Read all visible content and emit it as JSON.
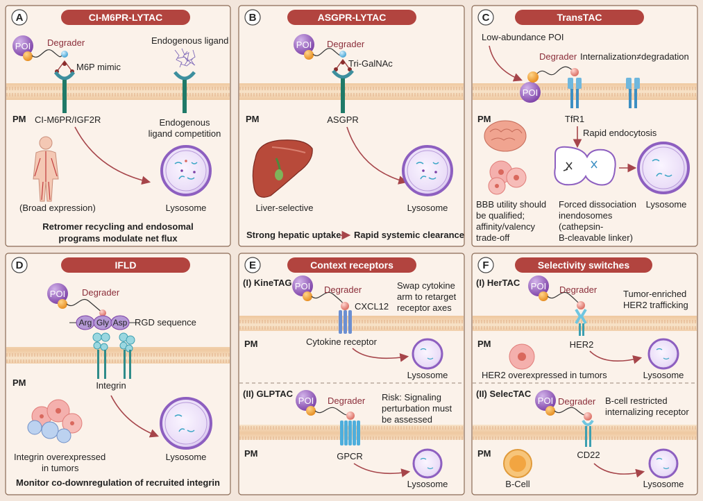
{
  "panels": {
    "A": {
      "letter": "A",
      "title": "CI-M6PR-LYTAC",
      "poi": "POI",
      "degrader": "Degrader",
      "mimic": "M6P mimic",
      "endogenous_ligand": "Endogenous ligand",
      "pm": "PM",
      "receptor": "CI-M6PR/IGF2R",
      "competition_1": "Endogenous",
      "competition_2": "ligand competition",
      "expression": "(Broad expression)",
      "lysosome": "Lysosome",
      "footer_1": "Retromer recycling and endosomal",
      "footer_2": "programs modulate net flux"
    },
    "B": {
      "letter": "B",
      "title": "ASGPR-LYTAC",
      "poi": "POI",
      "degrader": "Degrader",
      "ligand": "Tri-GalNAc",
      "pm": "PM",
      "receptor": "ASGPR",
      "liver": "Liver-selective",
      "lysosome": "Lysosome",
      "footer_left": "Strong hepatic uptake",
      "footer_right": "Rapid systemic clearance"
    },
    "C": {
      "letter": "C",
      "title": "TransTAC",
      "low_abundance": "Low-abundance  POI",
      "degrader": "Degrader",
      "internalization": "Internalization≠degradation",
      "poi": "POI",
      "pm": "PM",
      "receptor": "TfR1",
      "rapid": "Rapid endocytosis",
      "bbb": [
        "BBB utility should",
        "be qualified;",
        "affinity/valency",
        "trade-off"
      ],
      "forced": [
        "Forced dissociation",
        "inendosomes",
        "(cathepsin-",
        "B-cleavable linker)"
      ],
      "lysosome": "Lysosome"
    },
    "D": {
      "letter": "D",
      "title": "IFLD",
      "poi": "POI",
      "degrader": "Degrader",
      "aa": [
        "Arg",
        "Gly",
        "Asp"
      ],
      "rgd": "RGD sequence",
      "pm": "PM",
      "integrin": "Integrin",
      "overexp_1": "Integrin overexpressed",
      "overexp_2": "in tumors",
      "lysosome": "Lysosome",
      "footer": "Monitor co-downregulation of recruited integrin"
    },
    "E": {
      "letter": "E",
      "title": "Context receptors",
      "sub1": "(I) KineTAG",
      "poi": "POI",
      "degrader": "Degrader",
      "ligand1": "CXCL12",
      "note1": [
        "Swap cytokine",
        "arm to retarget",
        "receptor axes"
      ],
      "pm": "PM",
      "receptor1": "Cytokine receptor",
      "lysosome": "Lysosome",
      "sub2": "(II) GLPTAC",
      "note2": [
        "Risk: Signaling",
        "perturbation must",
        "be assessed"
      ],
      "receptor2": "GPCR"
    },
    "F": {
      "letter": "F",
      "title": "Selectivity switches",
      "sub1": "(I) HerTAC",
      "poi": "POI",
      "degrader": "Degrader",
      "note1": [
        "Tumor-enriched",
        "HER2 trafficking"
      ],
      "pm": "PM",
      "receptor1": "HER2",
      "overexp": "HER2 overexpressed in tumors",
      "lysosome": "Lysosome",
      "sub2": "(II) SelecTAC",
      "note2": [
        "B-cell restricted",
        "internalizing receptor"
      ],
      "receptor2": "CD22",
      "bcell": "B-Cell"
    }
  },
  "colors": {
    "accent": "#b2443f",
    "membrane": "#f0d2a8",
    "poi": "#8e52b5",
    "linker_ball": "#f0a23a",
    "receptor_teal": "#1f7a68",
    "lysosome": "#8d5fc0",
    "arrow": "#a6454a"
  }
}
